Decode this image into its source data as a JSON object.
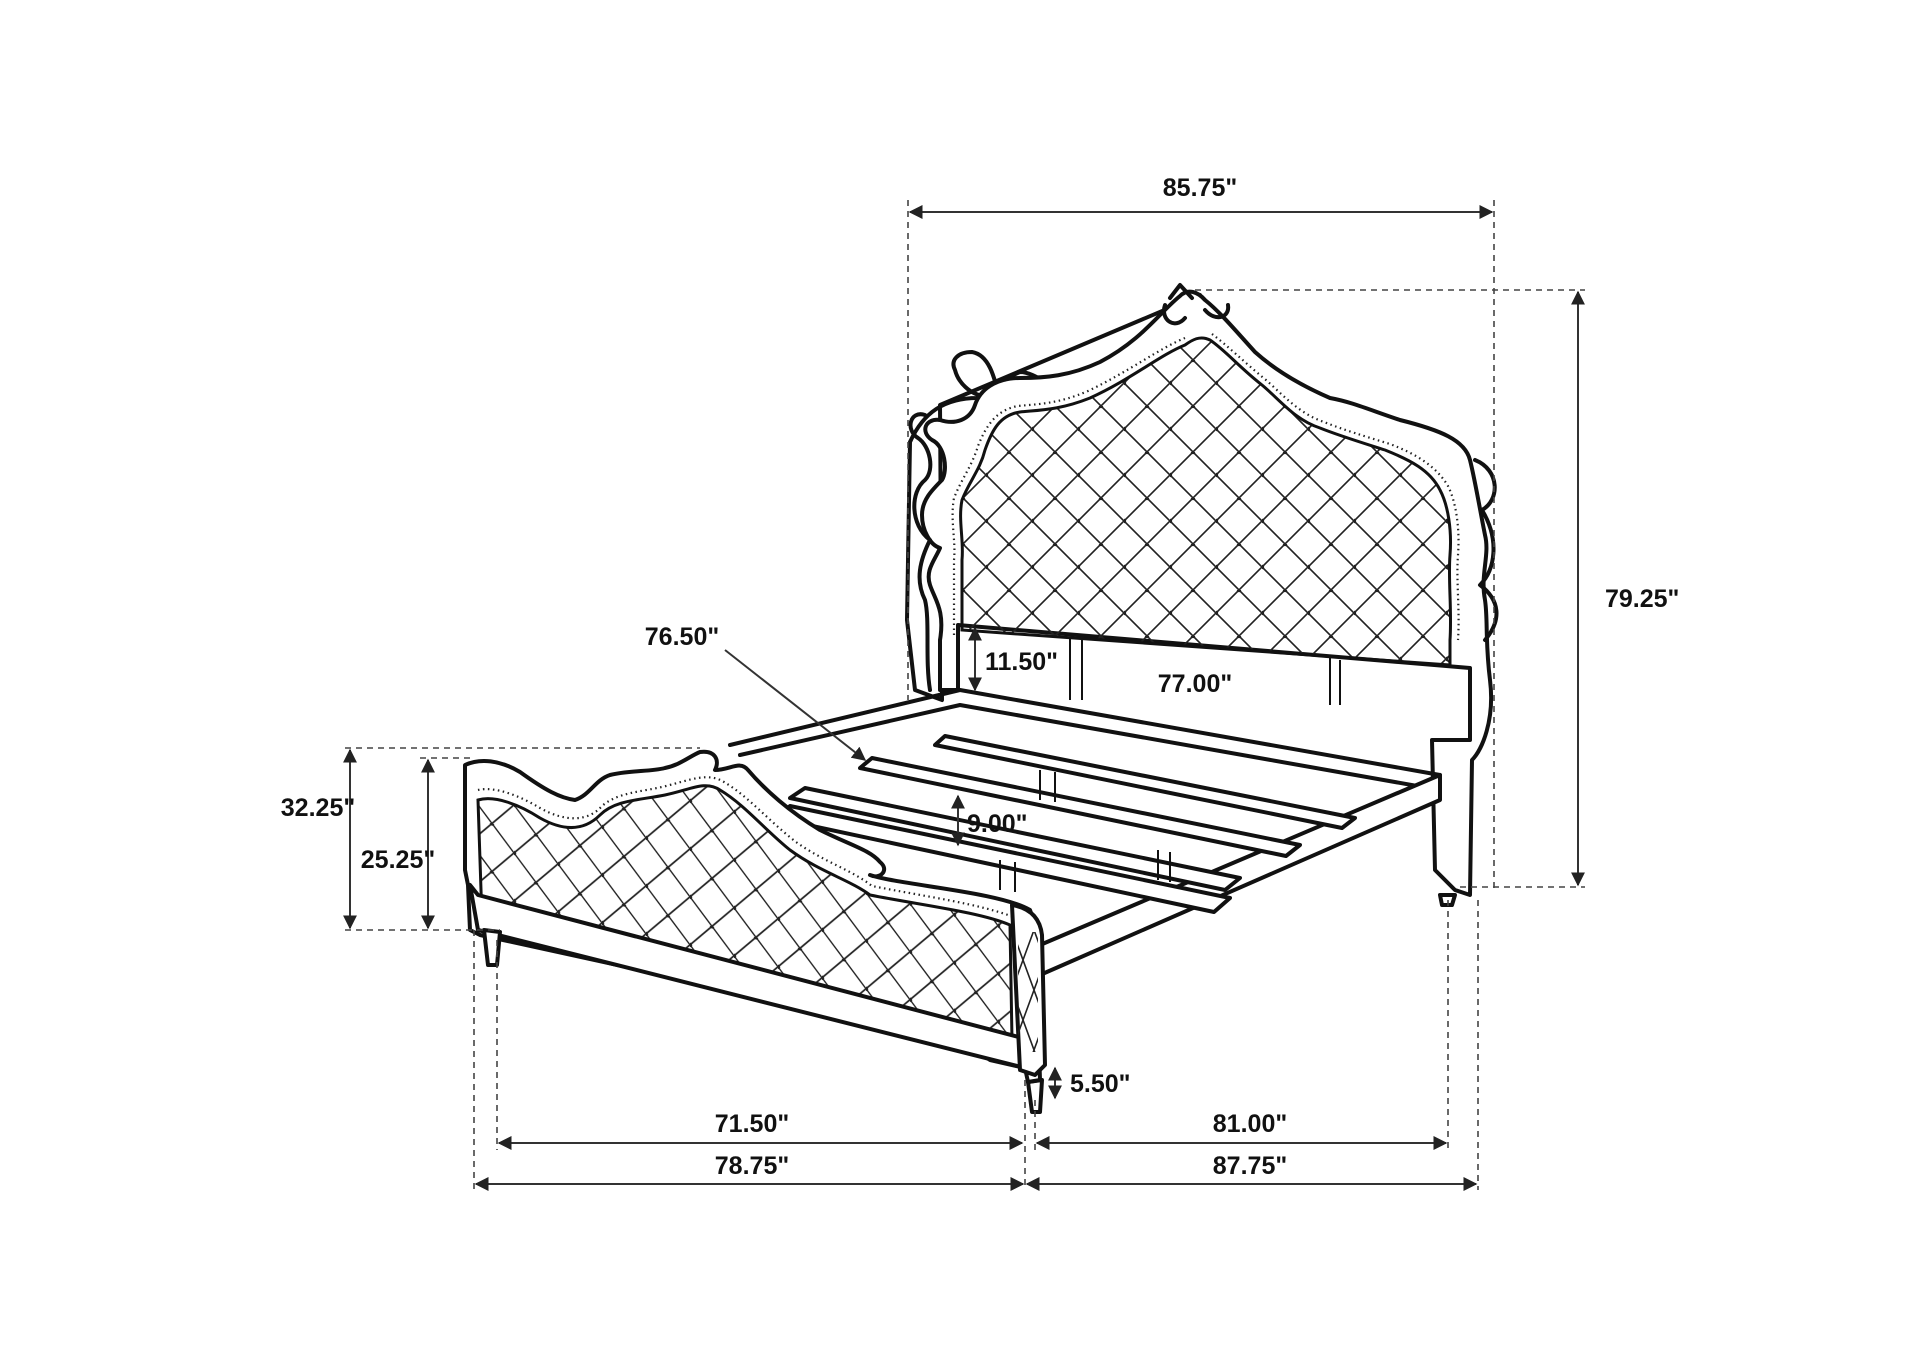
{
  "dimensions": {
    "overall_width": "85.75\"",
    "headboard_height": "79.25\"",
    "rail_length": "76.50\"",
    "headboard_clearance": "11.50\"",
    "inner_width": "77.00\"",
    "footboard_height": "32.25\"",
    "footboard_panel_height": "25.25\"",
    "side_rail_height": "9.00\"",
    "floor_clearance": "5.50\"",
    "inner_length": "71.50\"",
    "footboard_width": "78.75\"",
    "slat_span": "81.00\"",
    "overall_length": "87.75\""
  },
  "colors": {
    "line": "#111111",
    "background": "#ffffff"
  }
}
